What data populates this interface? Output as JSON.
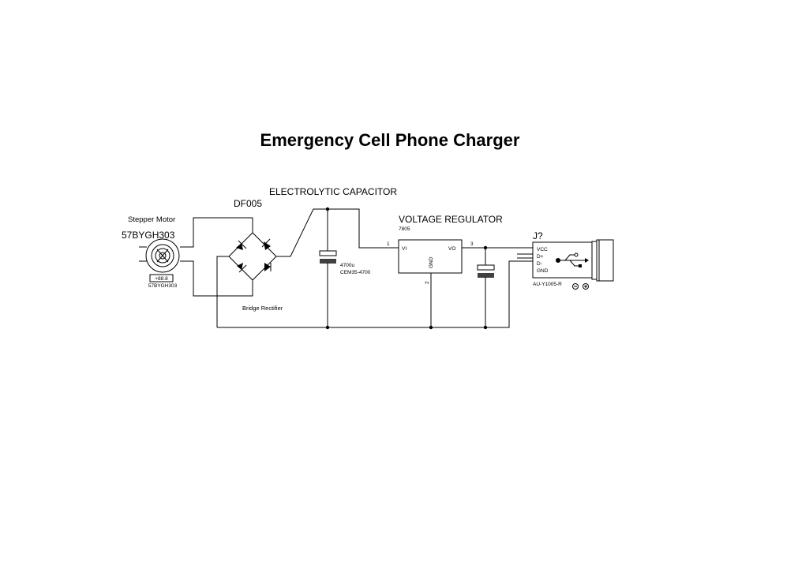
{
  "title": "Emergency Cell Phone Charger",
  "motor": {
    "label": "Stepper Motor",
    "part": "57BYGH303",
    "display": "+88.8",
    "subpart": "57BYGH303"
  },
  "rectifier": {
    "part": "DF005",
    "label": "Bridge Rectifier"
  },
  "capacitor": {
    "label": "ELECTROLYTIC CAPACITOR",
    "value": "4700u",
    "part": "CEM35-4700"
  },
  "regulator": {
    "label": "VOLTAGE REGULATOR",
    "part": "7805",
    "pin_in": "VI",
    "pin_out": "VO",
    "pin_gnd": "GND",
    "pin1": "1",
    "pin2": "2",
    "pin3": "3"
  },
  "usb": {
    "ref": "J?",
    "part": "AU-Y1005-R",
    "pins": [
      "VCC",
      "D+",
      "D-",
      "GND"
    ]
  },
  "colors": {
    "wire": "#000000",
    "background": "#ffffff"
  }
}
